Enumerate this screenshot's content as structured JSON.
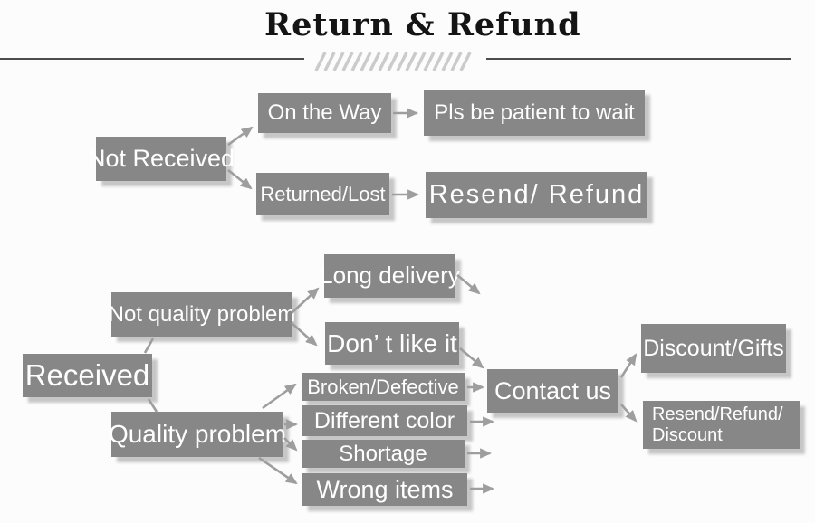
{
  "header": {
    "title": "Return & Refund"
  },
  "colors": {
    "node_background": "#878787",
    "node_text": "#ffffff",
    "arrow": "#9e9e9e",
    "divider": "#4d4d4d",
    "hatch": "#cbcbcb",
    "title_text": "#141414",
    "page_background": "#fcfcfc"
  },
  "flowchart": {
    "nodes": [
      {
        "id": "not-received",
        "label": "Not Received"
      },
      {
        "id": "on-the-way",
        "label": "On the Way"
      },
      {
        "id": "pls-be-patient",
        "label": "Pls be patient to wait"
      },
      {
        "id": "returned-lost",
        "label": "Returned/Lost"
      },
      {
        "id": "resend-refund",
        "label": "Resend/ Refund"
      },
      {
        "id": "received",
        "label": "Received"
      },
      {
        "id": "not-quality-problem",
        "label": "Not quality problem"
      },
      {
        "id": "long-delivery",
        "label": "Long delivery"
      },
      {
        "id": "dont-like-it",
        "label": "Don’ t like it"
      },
      {
        "id": "quality-problem",
        "label": "Quality problem"
      },
      {
        "id": "broken-defective",
        "label": "Broken/Defective"
      },
      {
        "id": "different-color",
        "label": "Different color"
      },
      {
        "id": "shortage",
        "label": "Shortage"
      },
      {
        "id": "wrong-items",
        "label": "Wrong items"
      },
      {
        "id": "contact-us",
        "label": "Contact us"
      },
      {
        "id": "discount-gifts",
        "label": "Discount/Gifts"
      },
      {
        "id": "resend-refund-discount",
        "line1": "Resend/Refund/",
        "line2": "Discount"
      }
    ]
  }
}
